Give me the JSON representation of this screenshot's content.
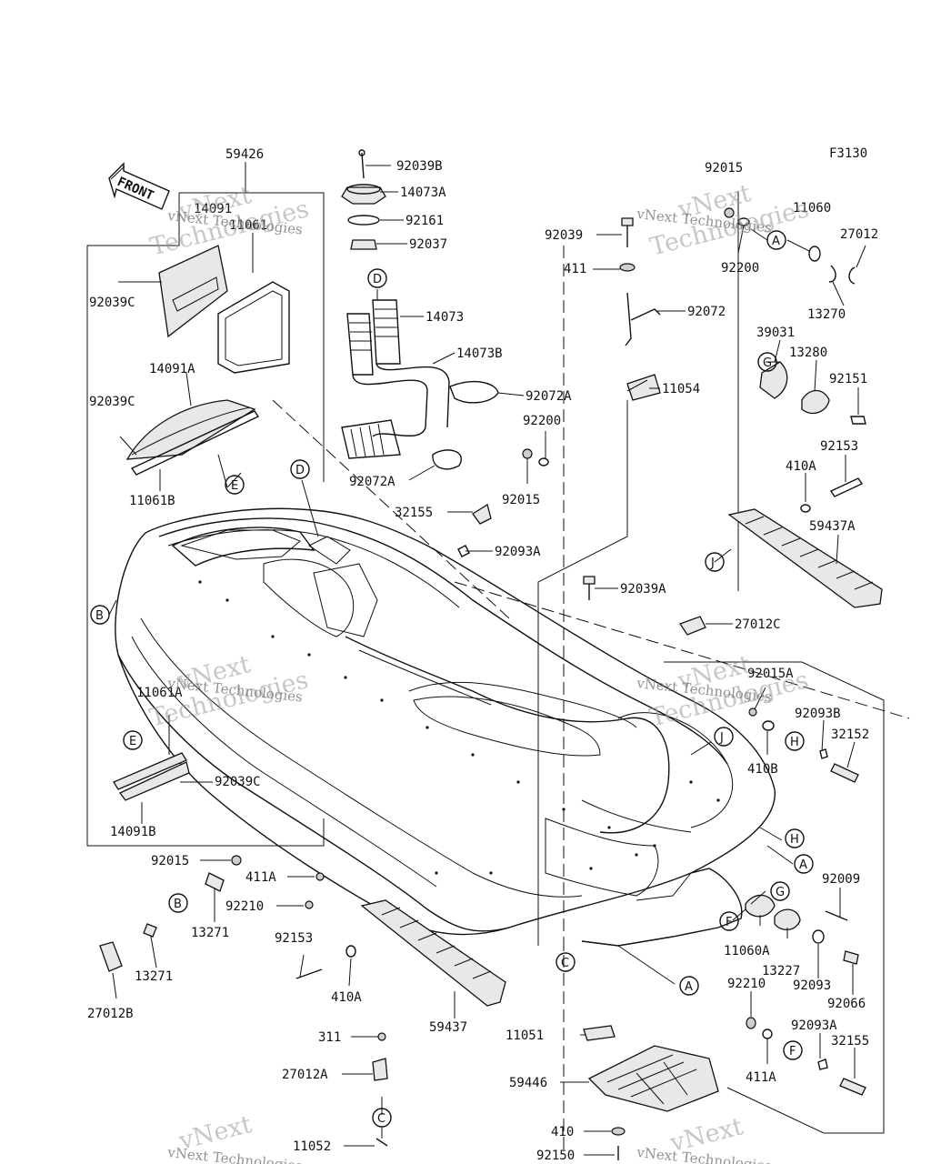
{
  "figure_code": "F3130",
  "front_arrow_label": "FRONT",
  "watermark": {
    "line1": "vNext",
    "line2": "Technologies",
    "caption": "vNext Technologies"
  },
  "labels": {
    "p59426": "59426",
    "p14091": "14091",
    "p11061": "11061",
    "p92039C_a": "92039C",
    "p14091A": "14091A",
    "p92039C_b": "92039C",
    "p11061B": "11061B",
    "p11061A": "11061A",
    "p92039C_c": "92039C",
    "p14091B": "14091B",
    "p92039B": "92039B",
    "p14073A": "14073A",
    "p92161": "92161",
    "p92037": "92037",
    "p14073": "14073",
    "p14073B": "14073B",
    "p92072A_a": "92072A",
    "p92072A_b": "92072A",
    "p32155_a": "32155",
    "p92093A_a": "92093A",
    "p92015_a": "92015",
    "p92200_a": "92200",
    "p92015_b": "92015",
    "p92039": "92039",
    "p411": "411",
    "p92072": "92072",
    "p11054": "11054",
    "p92200_b": "92200",
    "p11060": "11060",
    "p27012": "27012",
    "p13270": "13270",
    "p39031": "39031",
    "p13280": "13280",
    "p92151": "92151",
    "p92153_a": "92153",
    "p410A_a": "410A",
    "p59437A": "59437A",
    "p92039A": "92039A",
    "p27012C": "27012C",
    "p92015A": "92015A",
    "p92093B": "92093B",
    "p32152": "32152",
    "p410B": "410B",
    "p92009": "92009",
    "p11060A": "11060A",
    "p13227": "13227",
    "p92093": "92093",
    "p92066": "92066",
    "p92210_a": "92210",
    "p92093A_b": "92093A",
    "p32155_b": "32155",
    "p411A_b": "411A",
    "p92015_c": "92015",
    "p411A_a": "411A",
    "p92210_b": "92210",
    "p13271_a": "13271",
    "p13271_b": "13271",
    "p27012B": "27012B",
    "p92153_b": "92153",
    "p410A_b": "410A",
    "p59437": "59437",
    "p311": "311",
    "p27012A": "27012A",
    "p11052": "11052",
    "p11051": "11051",
    "p59446": "59446",
    "p410": "410",
    "p92150": "92150"
  },
  "refs": {
    "A": "A",
    "B": "B",
    "C": "C",
    "D": "D",
    "E": "E",
    "F": "F",
    "G": "G",
    "H": "H",
    "J": "J"
  },
  "colors": {
    "line": "#111111",
    "watermark": "#9a9a9a",
    "background": "#ffffff"
  }
}
